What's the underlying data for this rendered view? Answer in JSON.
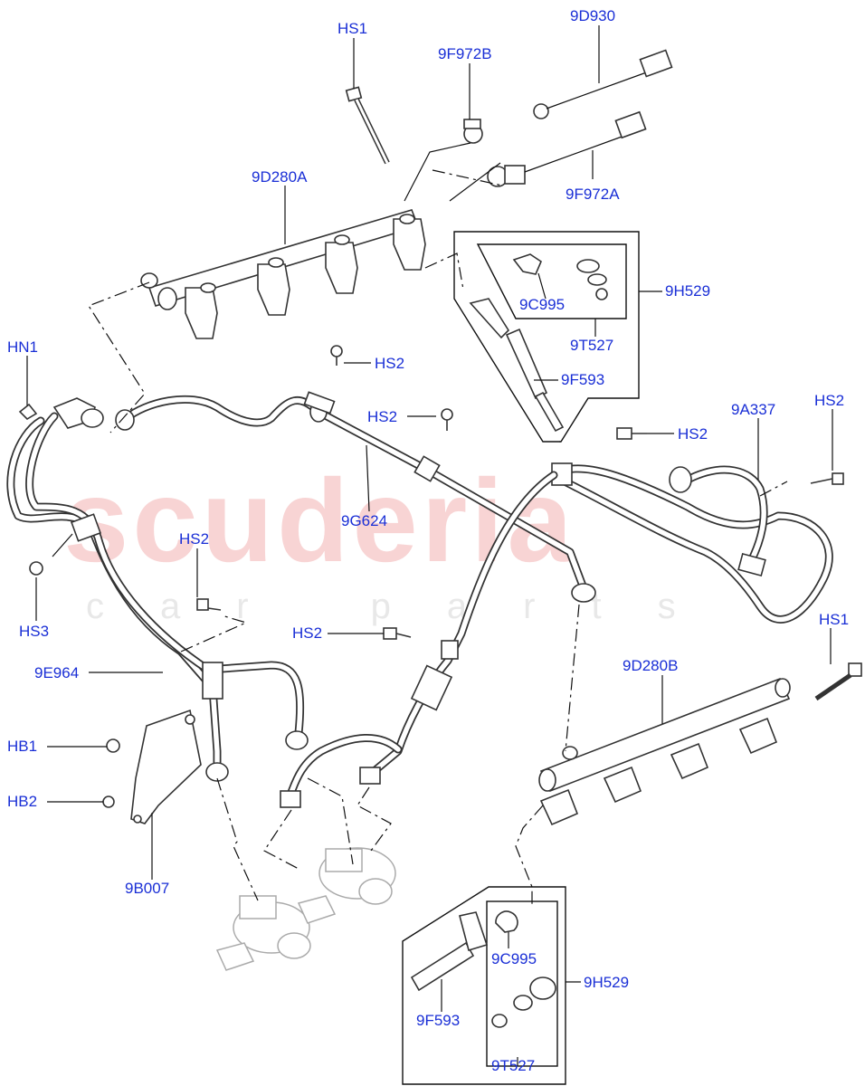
{
  "watermark": {
    "main": "scuderia",
    "sub": "car parts"
  },
  "labels": {
    "hs1_top": "HS1",
    "f972b": "9F972B",
    "d930": "9D930",
    "d280a": "9D280A",
    "f972a": "9F972A",
    "h529_top": "9H529",
    "c995_top": "9C995",
    "t527_top": "9T527",
    "f593_top": "9F593",
    "hn1": "HN1",
    "hs2_a": "HS2",
    "hs2_b": "HS2",
    "hs2_c": "HS2",
    "hs2_d": "HS2",
    "hs2_e": "HS2",
    "hs2_f": "HS2",
    "a337": "9A337",
    "g624": "9G624",
    "hs3": "HS3",
    "hs1_right": "HS1",
    "e964": "9E964",
    "d280b": "9D280B",
    "hb1": "HB1",
    "hb2": "HB2",
    "b007": "9B007",
    "c995_bottom": "9C995",
    "h529_bottom": "9H529",
    "f593_bottom": "9F593",
    "t527_bottom": "9T527"
  }
}
